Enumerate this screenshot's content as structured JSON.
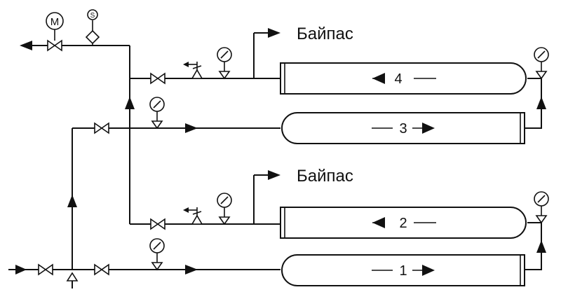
{
  "labels": {
    "bypass_upper": "Байпас",
    "bypass_lower": "Байпас",
    "vessel_4": "4",
    "vessel_3": "3",
    "vessel_2": "2",
    "vessel_1": "1",
    "motor_letter": "М",
    "solenoid_letter": "S"
  },
  "icons": {
    "valve": "gate-valve-icon",
    "pressure_gauge": "pressure-gauge-icon",
    "safety_valve": "safety-valve-icon",
    "motor_actuator": "motor-actuator-icon",
    "solenoid": "solenoid-icon",
    "flow_arrow": "flow-arrow-icon"
  },
  "colors": {
    "line": "#111111",
    "background": "#ffffff"
  }
}
